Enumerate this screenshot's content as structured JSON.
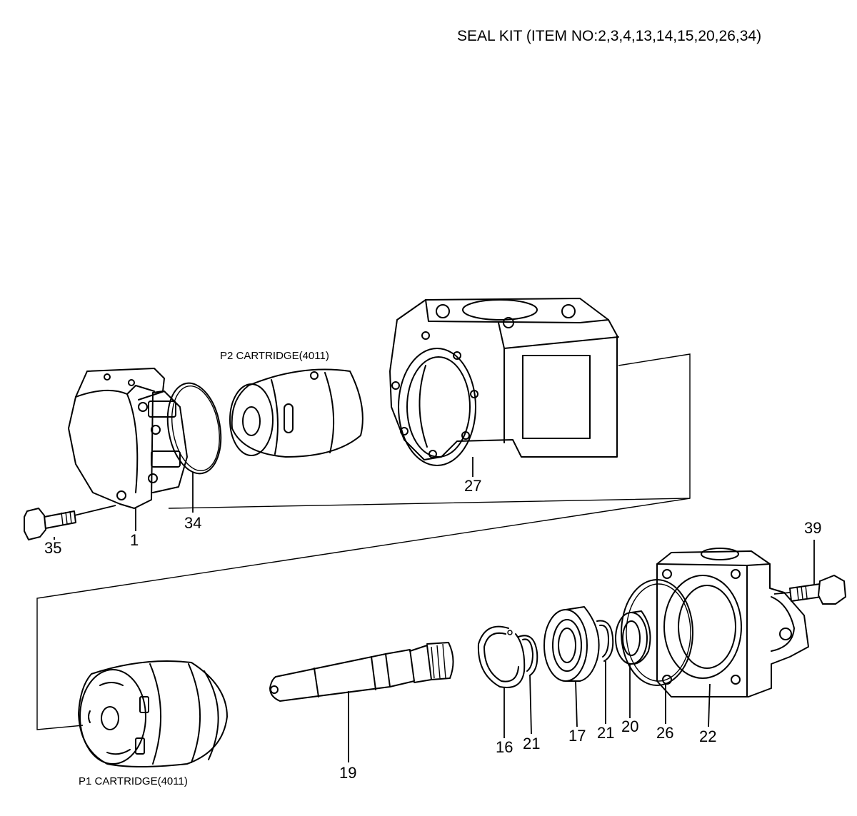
{
  "title": "SEAL KIT (ITEM NO:2,3,4,13,14,15,20,26,34)",
  "captions": {
    "p2": "P2 CARTRIDGE(4011)",
    "p1": "P1 CARTRIDGE(4011)"
  },
  "labels": {
    "l1": "1",
    "l16": "16",
    "l17": "17",
    "l19": "19",
    "l20": "20",
    "l21a": "21",
    "l21b": "21",
    "l22": "22",
    "l26": "26",
    "l27": "27",
    "l34": "34",
    "l35": "35",
    "l39": "39"
  }
}
